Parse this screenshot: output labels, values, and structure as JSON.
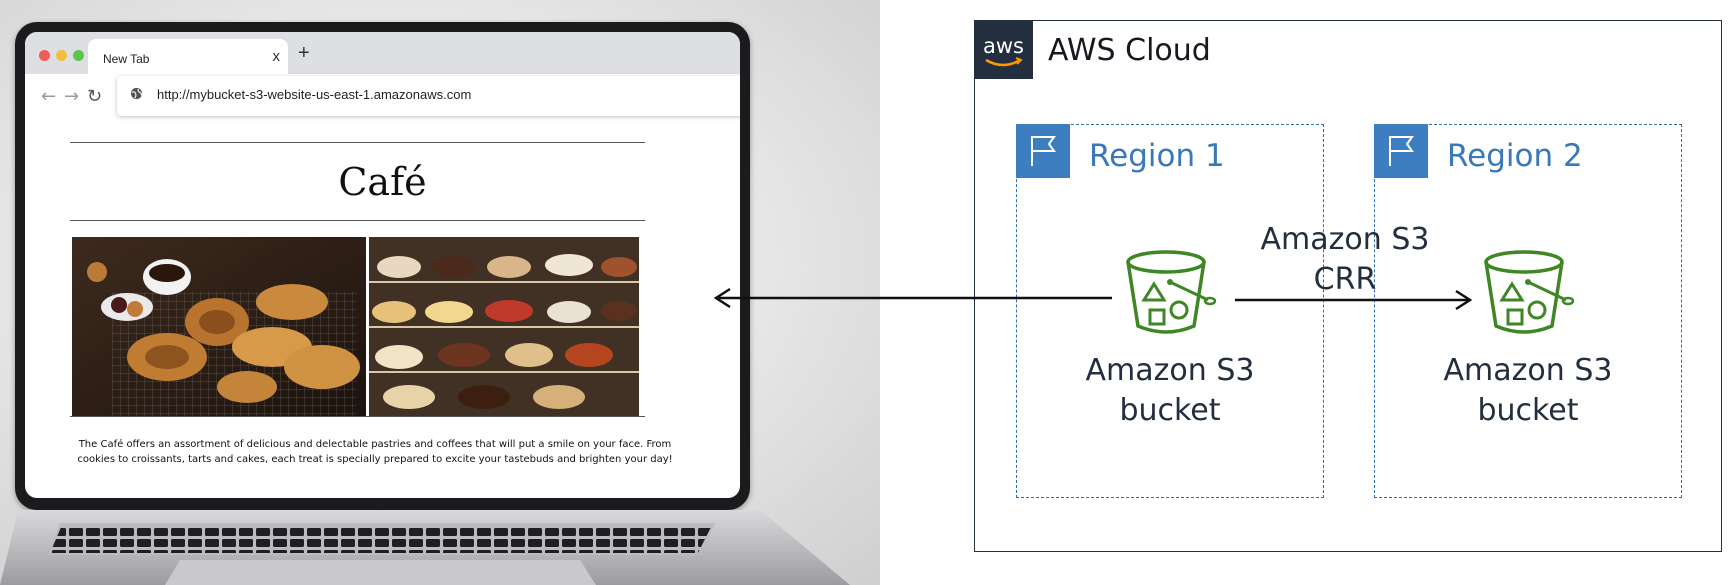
{
  "browser": {
    "tab_title": "New Tab",
    "tab_close": "x",
    "new_tab": "+",
    "url": "http://mybucket-s3-website-us-east-1.amazonaws.com"
  },
  "website": {
    "title": "Café",
    "description": "The Café offers an assortment of delicious and delectable pastries and coffees that will put a smile on your face. From cookies to croissants, tarts and cakes, each treat is specially prepared to excite your tastebuds and brighten your day!"
  },
  "diagram": {
    "cloud_label": "AWS Cloud",
    "logo_text": "aws",
    "region1": {
      "label": "Region 1",
      "bucket_line1": "Amazon S3",
      "bucket_line2": "bucket"
    },
    "region2": {
      "label": "Region 2",
      "bucket_line1": "Amazon S3",
      "bucket_line2": "bucket"
    },
    "replication_line1": "Amazon S3",
    "replication_line2": "CRR",
    "colors": {
      "aws_dark": "#232f3e",
      "region_blue": "#3c7ebf",
      "s3_green": "#3f8624"
    }
  }
}
